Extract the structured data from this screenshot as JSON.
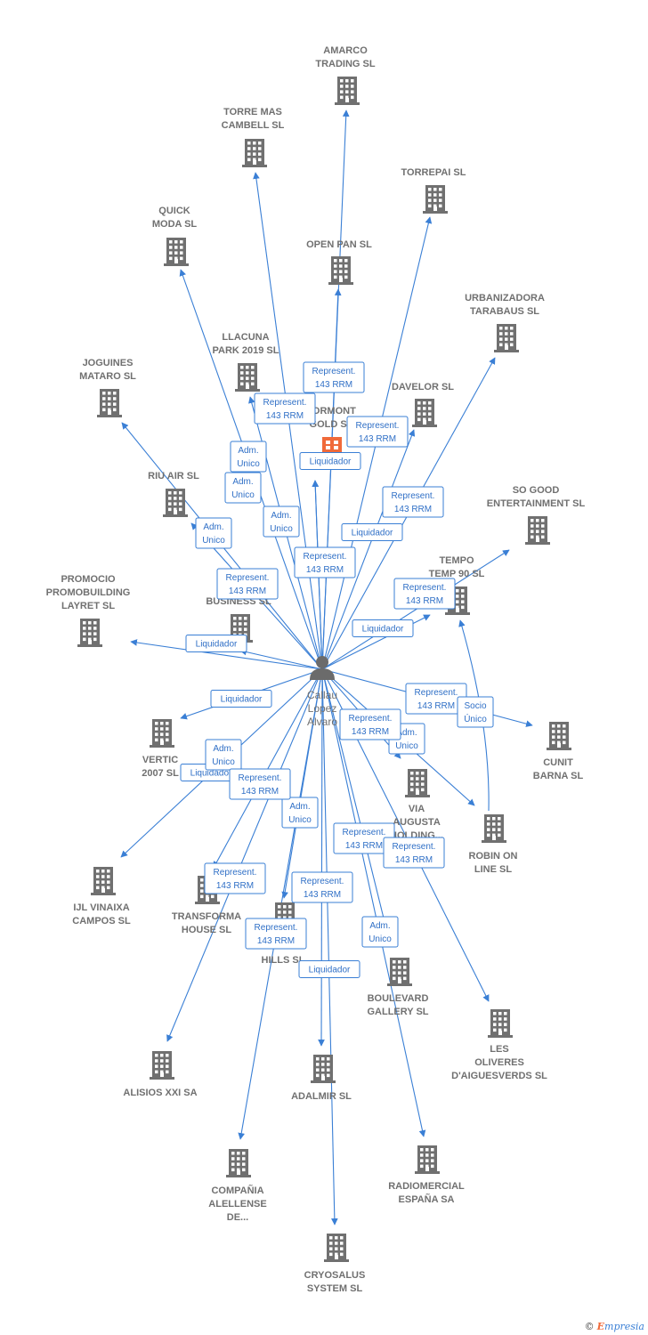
{
  "center": {
    "label": [
      "Callau",
      "Lopez",
      "Alvaro"
    ]
  },
  "companies": [
    {
      "id": "amarco",
      "label": [
        "AMARCO",
        "TRADING SL"
      ]
    },
    {
      "id": "torremas",
      "label": [
        "TORRE MAS",
        "CAMBELL SL"
      ]
    },
    {
      "id": "torrepai",
      "label": [
        "TORREPAI SL"
      ]
    },
    {
      "id": "quickmoda",
      "label": [
        "QUICK",
        "MODA SL"
      ]
    },
    {
      "id": "openpan",
      "label": [
        "OPEN PAN SL"
      ]
    },
    {
      "id": "urbanizadora",
      "label": [
        "URBANIZADORA",
        "TARABAUS  SL"
      ]
    },
    {
      "id": "llacuna",
      "label": [
        "LLACUNA",
        "PARK 2019  SL"
      ]
    },
    {
      "id": "joguines",
      "label": [
        "JOGUINES",
        "MATARO SL"
      ]
    },
    {
      "id": "davelor",
      "label": [
        "DAVELOR SL"
      ]
    },
    {
      "id": "formont",
      "label": [
        "FORMONT",
        "GOLD  SL"
      ],
      "highlight": true
    },
    {
      "id": "riuair",
      "label": [
        "RIU AIR SL"
      ]
    },
    {
      "id": "sogood",
      "label": [
        "SO GOOD",
        "ENTERTAINMENT SL"
      ]
    },
    {
      "id": "tempo",
      "label": [
        "TEMPO",
        "TEMP 90 SL"
      ]
    },
    {
      "id": "promocio",
      "label": [
        "PROMOCIO",
        "PROMOBUILDING",
        "LAYRET SL"
      ]
    },
    {
      "id": "abusiness",
      "label": [
        "A",
        "BUSINESS  SL"
      ]
    },
    {
      "id": "vertic",
      "label": [
        "VERTIC",
        "2007 SL"
      ]
    },
    {
      "id": "cunit",
      "label": [
        "CUNIT",
        "BARNA SL"
      ]
    },
    {
      "id": "viaaugusta",
      "label": [
        "VIA",
        "AUGUSTA",
        "HOLDING..."
      ]
    },
    {
      "id": "robinon",
      "label": [
        "ROBIN ON",
        "LINE SL"
      ]
    },
    {
      "id": "ijl",
      "label": [
        "IJL VINAIXA",
        "CAMPOS SL"
      ]
    },
    {
      "id": "transforma",
      "label": [
        "TRANSFORMA",
        "HOUSE  SL"
      ]
    },
    {
      "id": "hills",
      "label": [
        "HILLS SL"
      ]
    },
    {
      "id": "boulevard",
      "label": [
        "BOULEVARD",
        "GALLERY SL"
      ]
    },
    {
      "id": "lesoliveres",
      "label": [
        "LES",
        "OLIVERES",
        "D'AIGUESVERDS SL"
      ]
    },
    {
      "id": "alisios",
      "label": [
        "ALISIOS XXI SA"
      ]
    },
    {
      "id": "adalmir",
      "label": [
        "ADALMIR SL"
      ]
    },
    {
      "id": "compania",
      "label": [
        "COMPAÑIA",
        "ALELLENSE",
        "DE..."
      ]
    },
    {
      "id": "radiomercial",
      "label": [
        "RADIOMERCIAL",
        "ESPAÑA SA"
      ]
    },
    {
      "id": "cryosalus",
      "label": [
        "CRYOSALUS",
        "SYSTEM SL"
      ]
    }
  ],
  "relations": [
    {
      "target": "amarco",
      "label": [
        "Represent.",
        "143 RRM"
      ]
    },
    {
      "target": "torremas",
      "label": [
        "Represent.",
        "143 RRM"
      ]
    },
    {
      "target": "torrepai",
      "label": [
        "Represent.",
        "143 RRM"
      ]
    },
    {
      "target": "quickmoda",
      "label": [
        "Adm.",
        "Unico"
      ]
    },
    {
      "target": "openpan",
      "label": [
        "Liquidador"
      ]
    },
    {
      "target": "urbanizadora",
      "label": [
        "Represent.",
        "143 RRM"
      ]
    },
    {
      "target": "llacuna",
      "label": [
        "Adm.",
        "Unico"
      ]
    },
    {
      "target": "joguines",
      "label": [
        "Adm.",
        "Unico"
      ]
    },
    {
      "target": "davelor",
      "label": [
        "Liquidador"
      ]
    },
    {
      "target": "formont",
      "label": [
        "Represent.",
        "143 RRM"
      ]
    },
    {
      "target": "formont",
      "label": [
        "Adm.",
        "Unico"
      ]
    },
    {
      "target": "riuair",
      "label": [
        "Represent.",
        "143 RRM"
      ]
    },
    {
      "target": "sogood",
      "label": [
        "Liquidador"
      ]
    },
    {
      "target": "tempo",
      "label": [
        "Liquidador"
      ]
    },
    {
      "target": "promocio",
      "label": [
        "Liquidador"
      ]
    },
    {
      "target": "vertic",
      "label": [
        "Represent.",
        "143 RRM"
      ]
    },
    {
      "target": "cunit",
      "label": [
        "Adm.",
        "Unico"
      ]
    },
    {
      "target": "robinon",
      "label": [
        "Liquidador"
      ]
    },
    {
      "target": "viaaugusta",
      "label": [
        "Represent.",
        "143 RRM"
      ]
    },
    {
      "target": "ijl",
      "label": [
        "Represent.",
        "143 RRM"
      ]
    },
    {
      "target": "transforma",
      "label": [
        "Adm.",
        "Unico"
      ]
    },
    {
      "target": "hills",
      "label": [
        "Adm.",
        "Unico"
      ]
    },
    {
      "target": "boulevard",
      "label": [
        "Represent.",
        "143 RRM"
      ]
    },
    {
      "target": "lesoliveres",
      "label": [
        "Represent.",
        "143 RRM"
      ]
    },
    {
      "target": "alisios",
      "label": [
        "Represent.",
        "143 RRM"
      ]
    },
    {
      "target": "adalmir",
      "label": [
        "Represent.",
        "143 RRM"
      ]
    },
    {
      "target": "compania",
      "label": [
        "Represent.",
        "143 RRM"
      ]
    },
    {
      "target": "radiomercial",
      "label": [
        "Adm.",
        "Unico"
      ]
    },
    {
      "target": "cryosalus",
      "label": [
        "Liquidador"
      ]
    },
    {
      "target": "abusiness",
      "label": [
        "Represent.",
        "143 RRM"
      ]
    }
  ],
  "secondary_relations": [
    {
      "from": "robinon",
      "target": "tempo",
      "label": [
        "Socio",
        "Único"
      ]
    }
  ],
  "watermark": {
    "symbol": "©",
    "brand_initial": "E",
    "brand_rest": "mpresia"
  },
  "colors": {
    "edge": "#3a7fd5",
    "node": "#707070",
    "highlight": "#f06a3a"
  }
}
